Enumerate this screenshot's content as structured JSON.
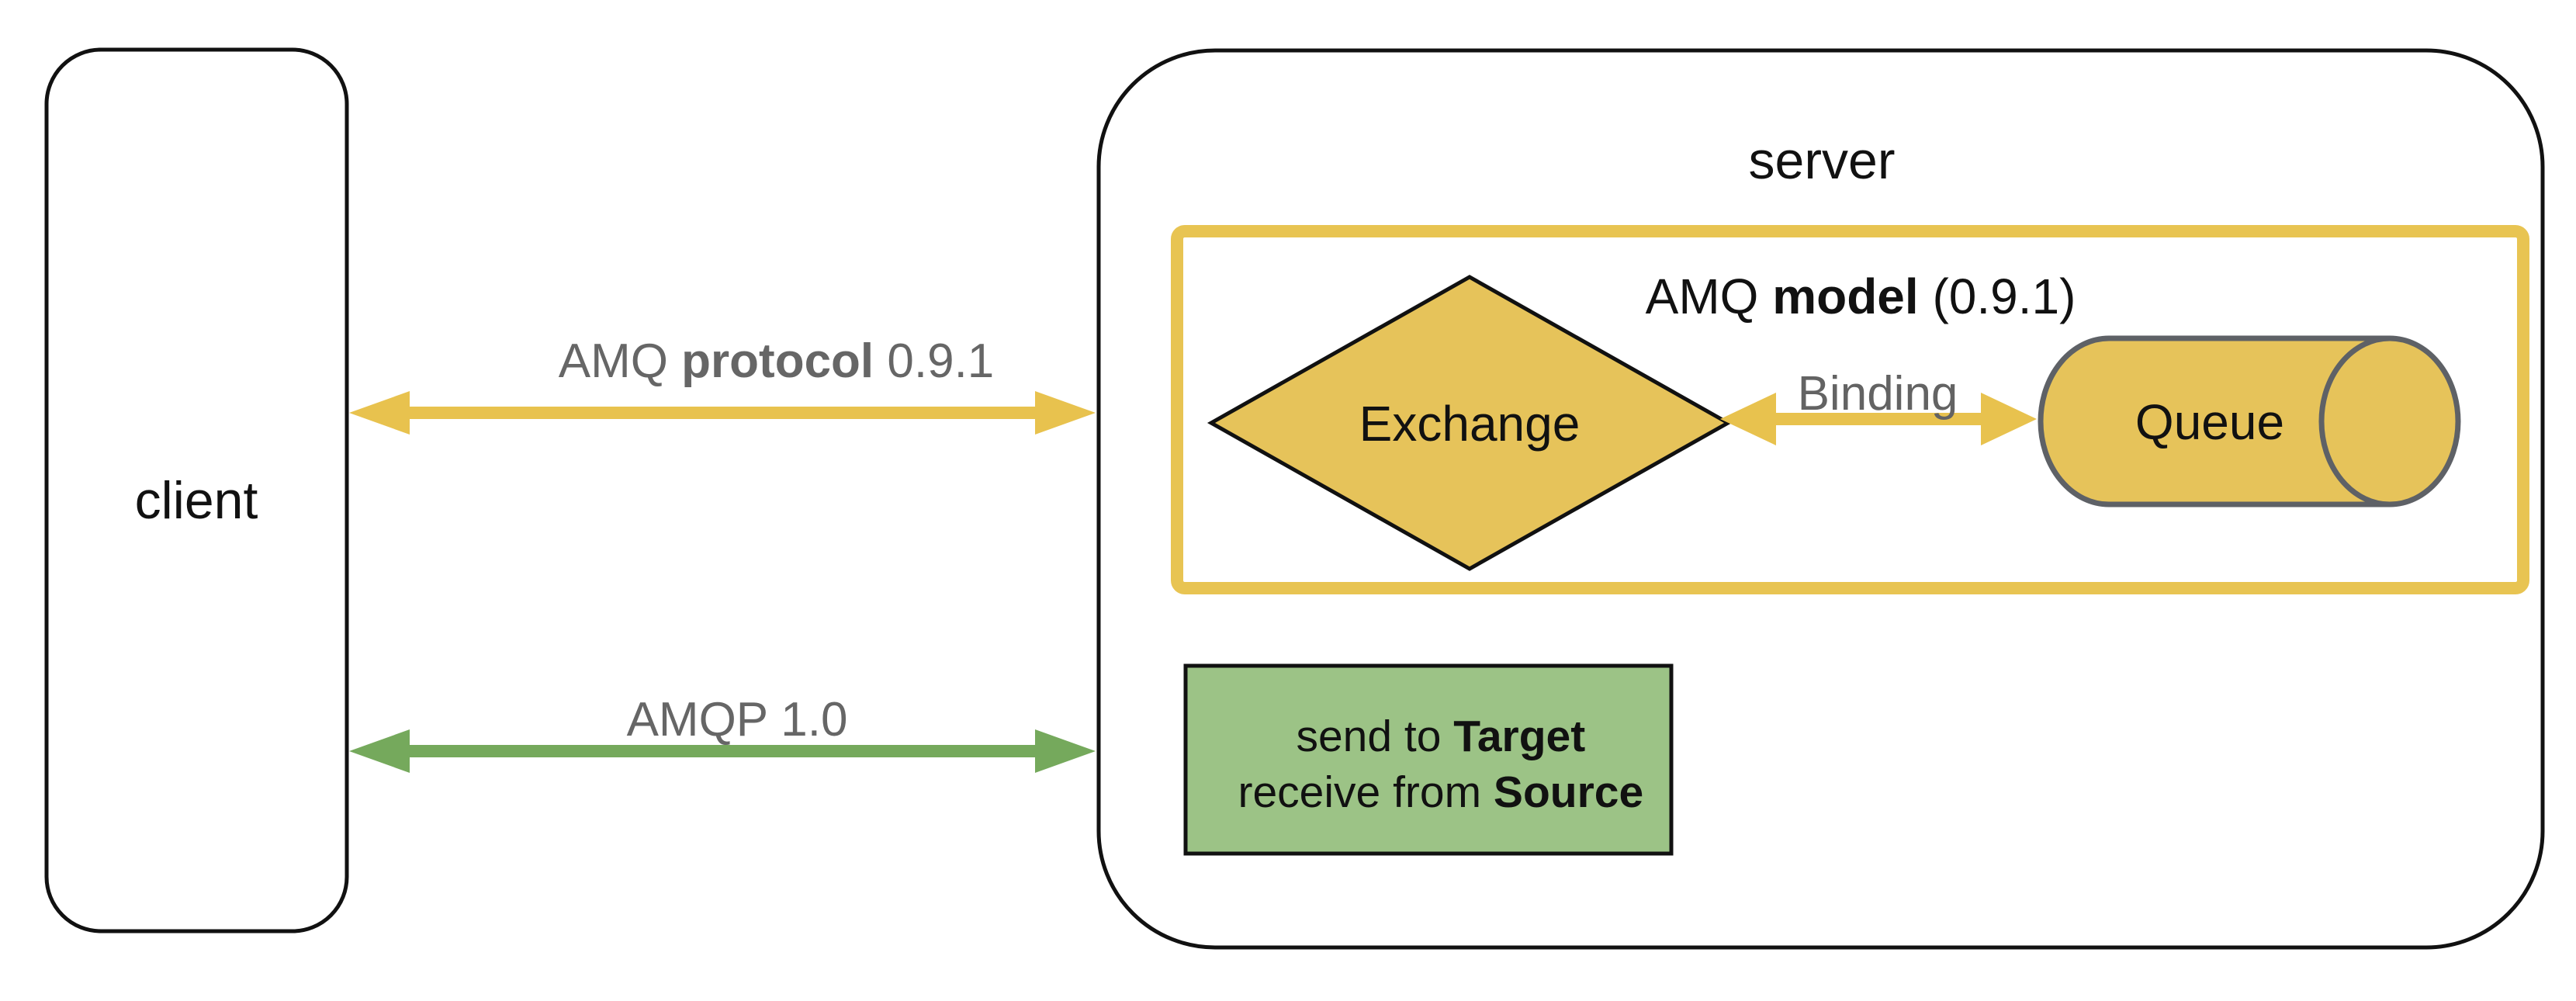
{
  "diagram": {
    "client": {
      "label": "client"
    },
    "server": {
      "label": "server"
    },
    "connections": {
      "amq_protocol_091": {
        "prefix": "AMQ ",
        "bold": "protocol",
        "suffix": " 0.9.1"
      },
      "amqp_10": {
        "label": "AMQP 1.0"
      }
    },
    "amq_model": {
      "title_prefix": "AMQ ",
      "title_bold": "model",
      "title_suffix": " (0.9.1)",
      "exchange": {
        "label": "Exchange"
      },
      "binding": {
        "label": "Binding"
      },
      "queue": {
        "label": "Queue"
      }
    },
    "amqp10_capability_box": {
      "line1_prefix": "send to ",
      "line1_bold": "Target",
      "line2_prefix": "receive from ",
      "line2_bold": "Source"
    },
    "colors": {
      "arrow_yellow": "#E8C24E",
      "border_yellow": "#E8C452",
      "shape_yellow": "#E6C35A",
      "arrow_green": "#75A95C",
      "box_green": "#9CC386",
      "text_gray": "#666666",
      "binding_gray": "#636363",
      "cylinder_stroke": "#5E6166",
      "outline_black": "#111111"
    }
  }
}
